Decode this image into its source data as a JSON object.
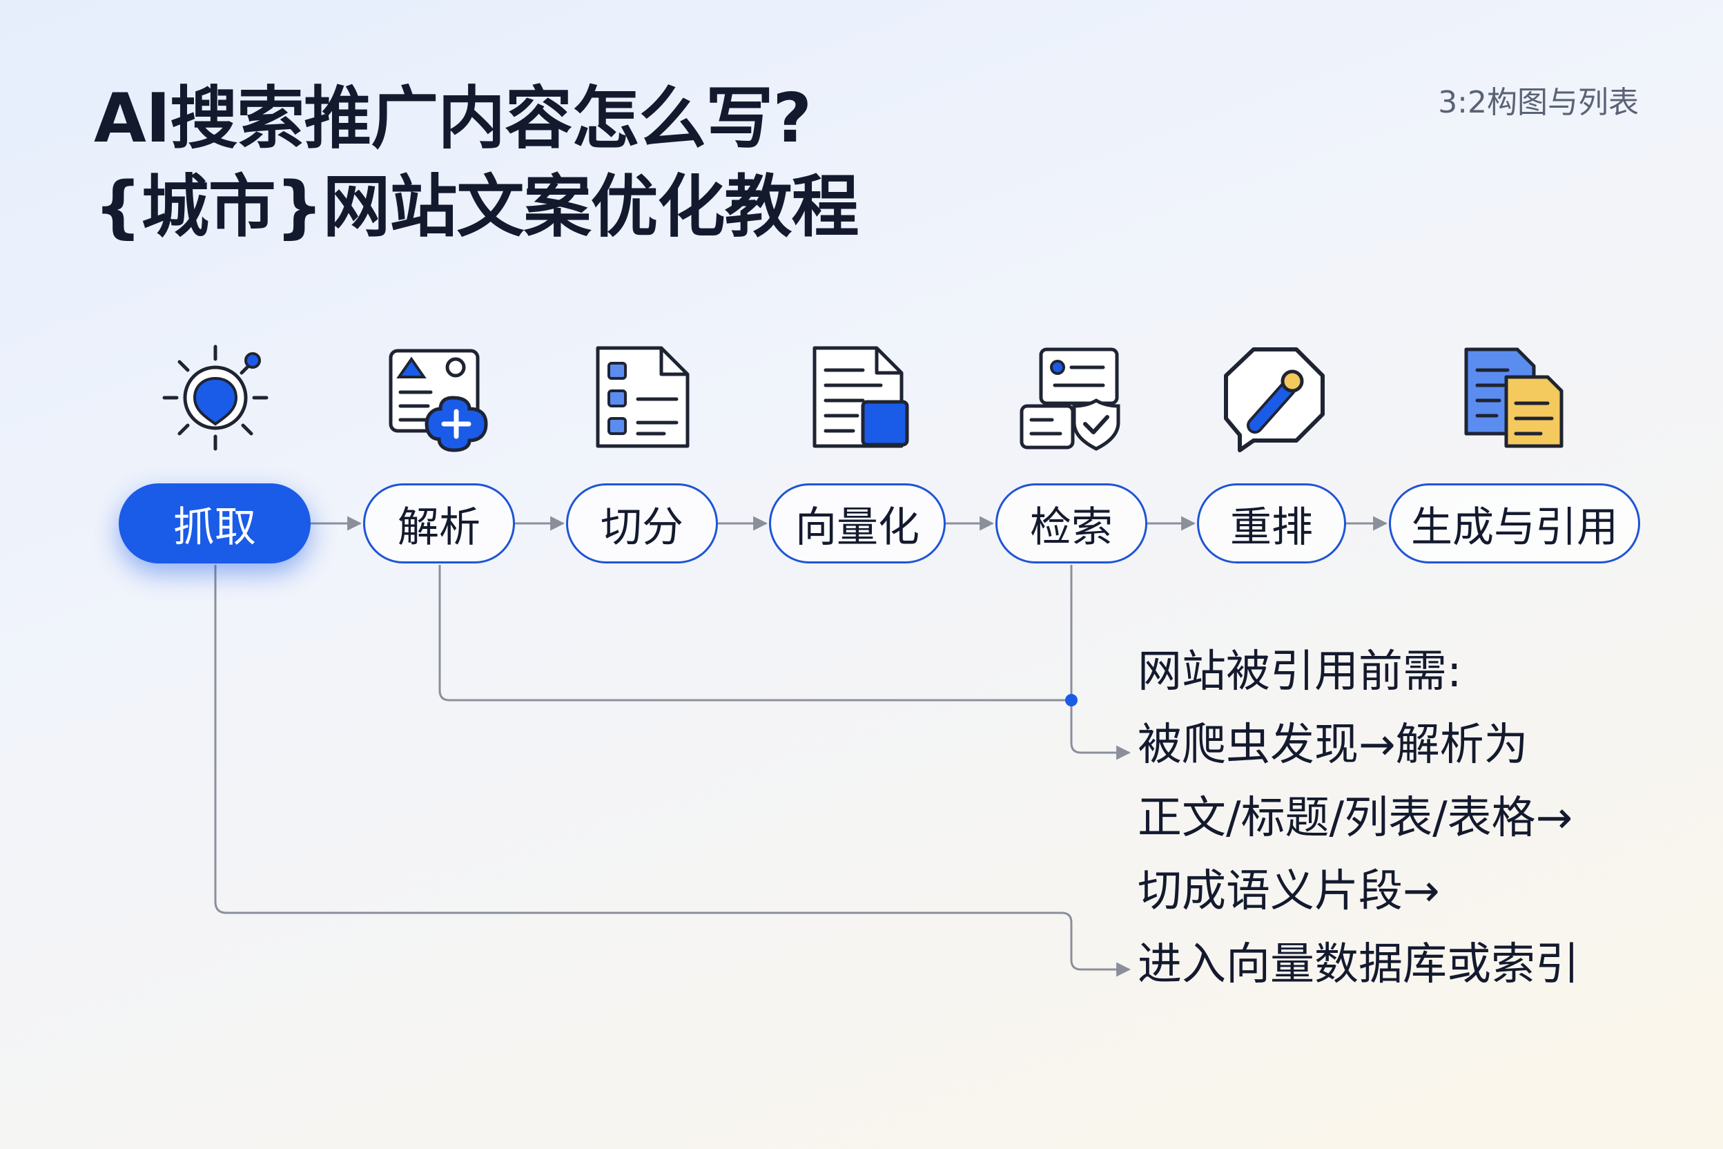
{
  "title_lines": [
    "AI搜索推广内容怎么写?",
    "{城市}网站文案优化教程"
  ],
  "corner_label": "3:2构图与列表",
  "steps": [
    {
      "label": "抓取",
      "icon": "crawler-sun-icon",
      "active": true
    },
    {
      "label": "解析",
      "icon": "parse-card-add-icon",
      "active": false
    },
    {
      "label": "切分",
      "icon": "chunk-list-doc-icon",
      "active": false
    },
    {
      "label": "向量化",
      "icon": "vector-doc-icon",
      "active": false
    },
    {
      "label": "检索",
      "icon": "retrieve-check-icon",
      "active": false
    },
    {
      "label": "重排",
      "icon": "rerank-tag-icon",
      "active": false
    },
    {
      "label": "生成与引用",
      "icon": "generate-cite-docs-icon",
      "active": false
    }
  ],
  "notes": [
    "网站被引用前需:",
    "被爬虫发现→解析为",
    "正文/标题/列表/表格→",
    "切成语义片段→",
    "进入向量数据库或索引"
  ],
  "colors": {
    "accent": "#1a5be8",
    "icon_yellow": "#f4c95d",
    "line": "#8a8f9a"
  }
}
